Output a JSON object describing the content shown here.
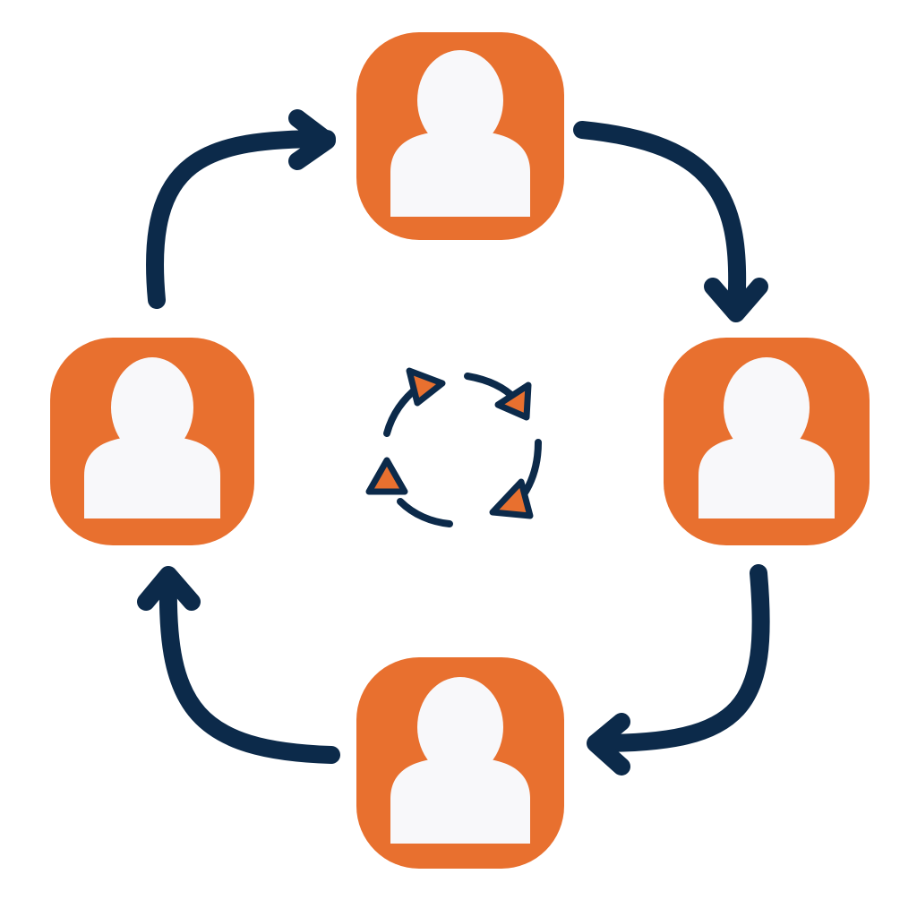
{
  "diagram": {
    "kind": "cycle",
    "node_count": 4,
    "flow_direction": "clockwise",
    "nodes": [
      {
        "id": "top",
        "icon": "person-icon"
      },
      {
        "id": "right",
        "icon": "person-icon"
      },
      {
        "id": "bottom",
        "icon": "person-icon"
      },
      {
        "id": "left",
        "icon": "person-icon"
      }
    ],
    "edges": [
      {
        "from": "top",
        "to": "right"
      },
      {
        "from": "right",
        "to": "bottom"
      },
      {
        "from": "bottom",
        "to": "left"
      },
      {
        "from": "left",
        "to": "top"
      }
    ],
    "center_icon": "refresh-cycle-icon",
    "colors": {
      "node_fill": "#E8702F",
      "person_fill": "#F8F8FA",
      "arrow": "#0C2A4A",
      "center_accent": "#E8702F",
      "background": "#FFFFFF"
    }
  }
}
